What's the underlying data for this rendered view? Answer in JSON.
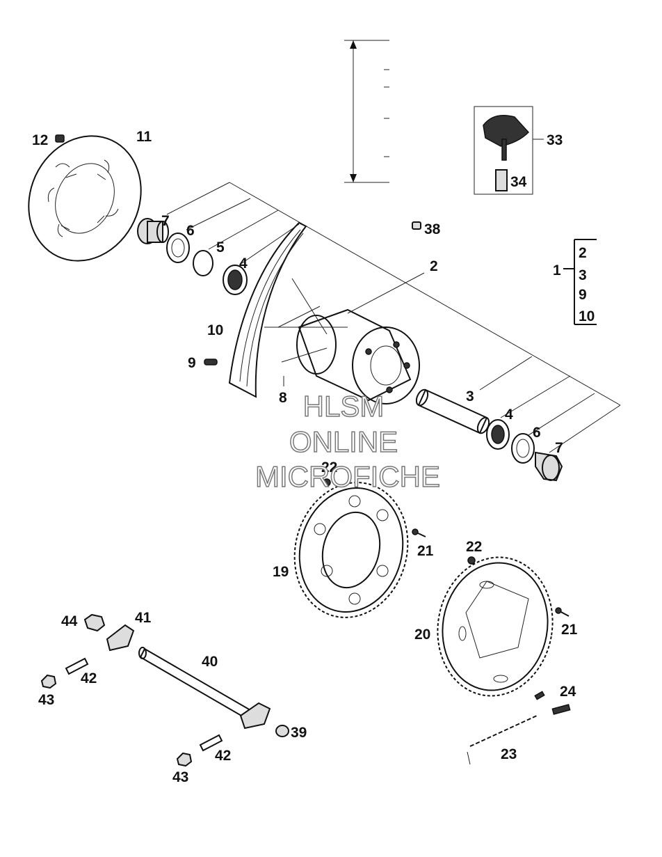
{
  "callouts": {
    "c1": "1",
    "c2": "2",
    "c2b": "2",
    "c3": "3",
    "c3b": "3",
    "c4a": "4",
    "c4b": "4",
    "c5": "5",
    "c6a": "6",
    "c6b": "6",
    "c7a": "7",
    "c7b": "7",
    "c8": "8",
    "c9": "9",
    "c9b": "9",
    "c10": "10",
    "c10b": "10",
    "c11": "11",
    "c12": "12",
    "c19": "19",
    "c20": "20",
    "c21a": "21",
    "c21b": "21",
    "c22a": "22",
    "c22b": "22",
    "c23": "23",
    "c24": "24",
    "c33": "33",
    "c34": "34",
    "c38": "38",
    "c39": "39",
    "c40": "40",
    "c41": "41",
    "c42a": "42",
    "c42b": "42",
    "c43a": "43",
    "c43b": "43",
    "c44": "44"
  },
  "watermark": {
    "line1": "HLSM",
    "line2": "ONLINE",
    "line3": "MICROFICHE"
  }
}
